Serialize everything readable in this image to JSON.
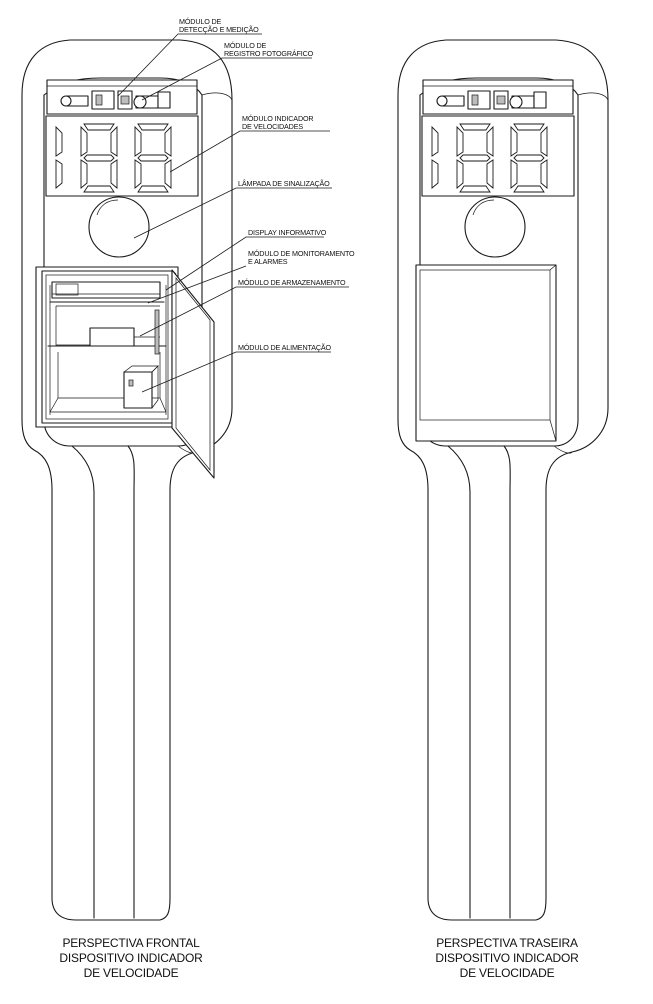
{
  "labels": {
    "deteccao": [
      "MÓDULO DE",
      "DETECÇÃO E MEDIÇÃO"
    ],
    "registro": [
      "MÓDULO DE",
      "REGISTRO FOTOGRÁFICO"
    ],
    "indicador": [
      "MÓDULO INDICADOR",
      "DE VELOCIDADES"
    ],
    "lampada": [
      "LÂMPADA DE SINALIZAÇÃO"
    ],
    "display": [
      "DISPLAY INFORMATIVO"
    ],
    "monitoramento": [
      "MÓDULO DE MONITORAMENTO",
      "E ALARMES"
    ],
    "armazenamento": [
      "MÓDULO DE ARMAZENAMENTO"
    ],
    "alimentacao": [
      "MÓDULO DE ALIMENTAÇÃO"
    ]
  },
  "captions": {
    "front": [
      "PERSPECTIVA FRONTAL",
      "DISPOSITIVO INDICADOR",
      "DE VELOCIDADE"
    ],
    "back": [
      "PERSPECTIVA TRASEIRA",
      "DISPOSITIVO INDICADOR",
      "DE VELOCIDADE"
    ]
  }
}
